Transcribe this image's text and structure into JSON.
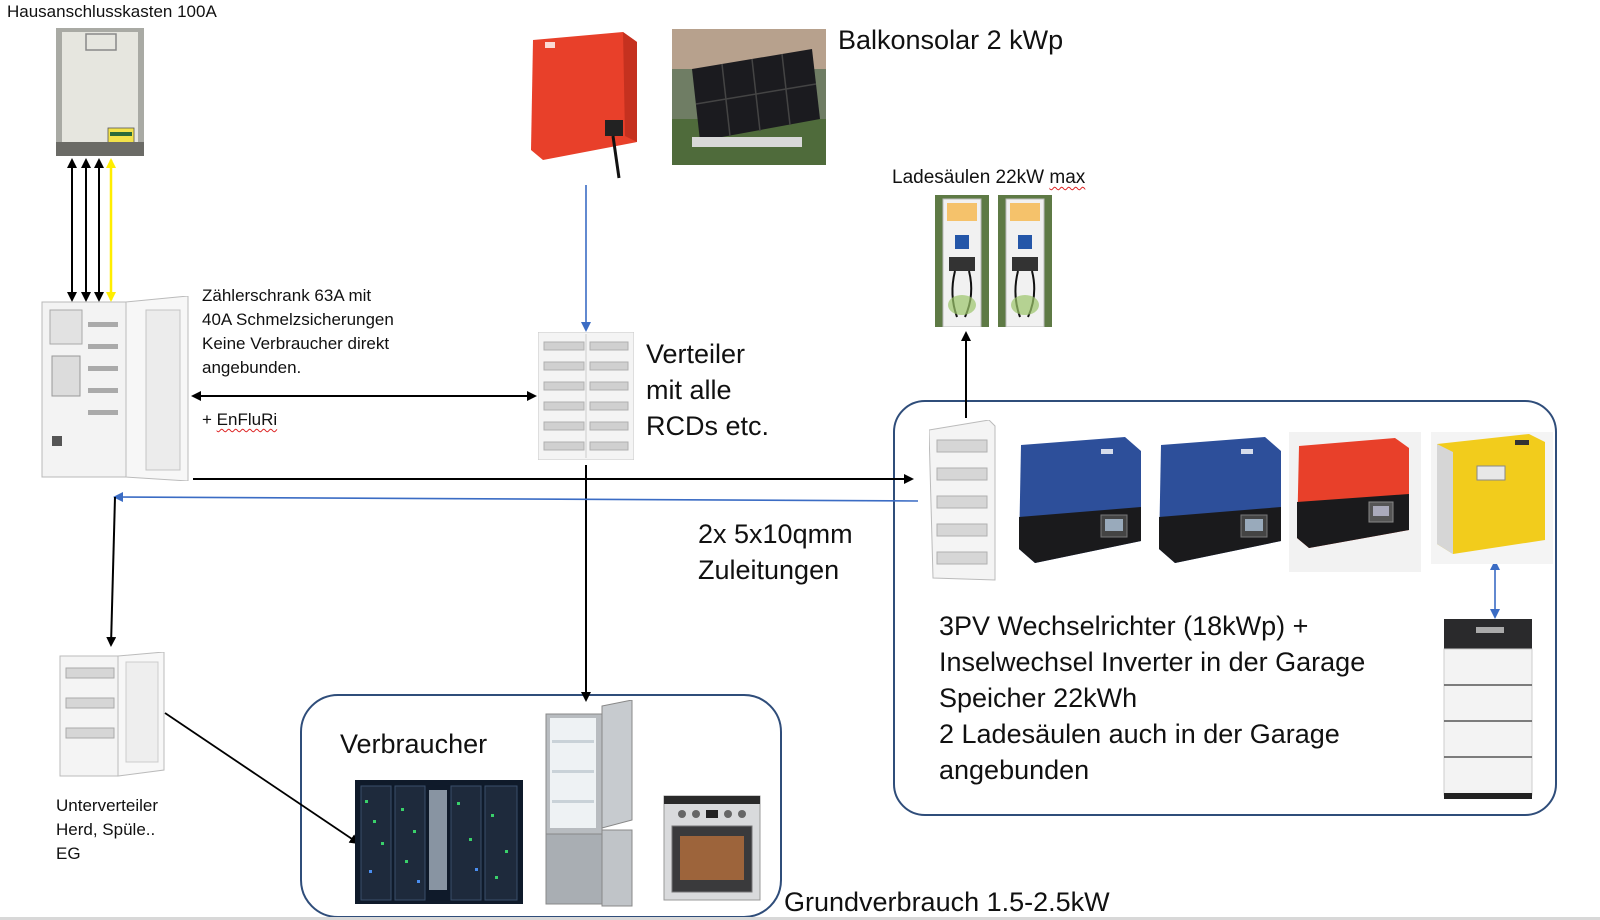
{
  "labels": {
    "hausanschluss": "Hausanschlusskasten 100A",
    "balkonsolar": "Balkonsolar 2 kWp",
    "ladesaeulen_prefix": "Ladesäulen 22kW ",
    "ladesaeulen_max": "max",
    "zaehler": [
      "Zählerschrank 63A mit",
      "40A Schmelzsicherungen",
      "Keine Verbraucher direkt",
      "angebunden."
    ],
    "enfluri_prefix": "+ ",
    "enfluri": "EnFluRi",
    "verteiler": [
      "Verteiler",
      "mit alle",
      "RCDs etc."
    ],
    "zuleitungen": [
      "2x 5x10qmm",
      "Zuleitungen"
    ],
    "garage": [
      "3PV Wechselrichter (18kWp) +",
      "Inselwechsel Inverter in der Garage",
      "Speicher 22kWh",
      "2 Ladesäulen auch in der Garage",
      "angebunden"
    ],
    "unterverteiler": [
      "Unterverteiler",
      "Herd, Spüle..",
      "EG"
    ],
    "verbraucher": "Verbraucher",
    "grundverbrauch": "Grundverbrauch 1.5-2.5kW"
  },
  "colors": {
    "frame": "#2f4d7a",
    "arrow_black": "#000000",
    "arrow_blue": "#3b6cc4",
    "phase_yellow": "#ffee00",
    "inverter_red": "#e8402a",
    "inverter_blue": "#2d4f9a",
    "inverter_yellow": "#f2cc1c"
  },
  "icons": [
    "house-connection-box-icon",
    "meter-cabinet-icon",
    "inverter-icon",
    "solar-panel-icon",
    "charging-station-icon",
    "distribution-board-icon",
    "sub-distribution-board-icon",
    "server-rack-icon",
    "fridge-icon",
    "oven-icon",
    "battery-storage-icon"
  ]
}
